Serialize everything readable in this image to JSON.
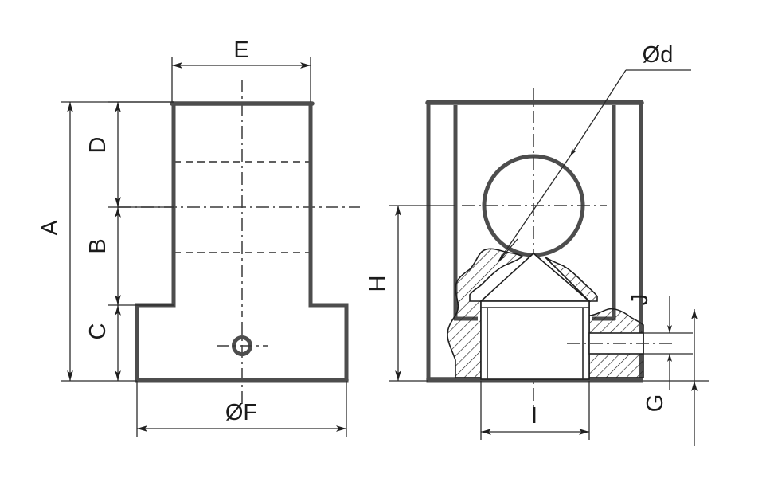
{
  "drawing": {
    "type": "engineering-dimension-drawing",
    "title": "",
    "background_color": "#ffffff",
    "outline_color": "#4d4d4d",
    "line_color": "#2b2b2b",
    "views": [
      {
        "name": "front-elevation-view",
        "description": "Outline elevation of bearing housing with stepped body and flange base",
        "position": "left"
      },
      {
        "name": "section-view",
        "description": "Sectional view showing bore circle, cross-hatched material and internal boss",
        "position": "right"
      }
    ],
    "dimension_labels": [
      {
        "id": "A",
        "text": "A",
        "view": "front-elevation-view",
        "orientation": "vertical",
        "note": "overall height"
      },
      {
        "id": "B",
        "text": "B",
        "view": "front-elevation-view",
        "orientation": "vertical",
        "note": "mid body height"
      },
      {
        "id": "C",
        "text": "C",
        "view": "front-elevation-view",
        "orientation": "vertical",
        "note": "flange height"
      },
      {
        "id": "D",
        "text": "D",
        "view": "front-elevation-view",
        "orientation": "vertical",
        "note": "upper body height"
      },
      {
        "id": "E",
        "text": "E",
        "view": "front-elevation-view",
        "orientation": "horizontal",
        "note": "body width"
      },
      {
        "id": "F",
        "text": "ØF",
        "view": "front-elevation-view",
        "orientation": "horizontal",
        "note": "flange diameter"
      },
      {
        "id": "G",
        "text": "G",
        "view": "section-view",
        "orientation": "vertical",
        "note": "lower offset"
      },
      {
        "id": "H",
        "text": "H",
        "view": "section-view",
        "orientation": "vertical",
        "note": "centre height"
      },
      {
        "id": "I",
        "text": "I",
        "view": "section-view",
        "orientation": "horizontal",
        "note": "boss width"
      },
      {
        "id": "J",
        "text": "J",
        "view": "section-view",
        "orientation": "vertical",
        "note": "slot height"
      },
      {
        "id": "d",
        "text": "Ød",
        "view": "section-view",
        "orientation": "leader",
        "note": "bore diameter"
      }
    ]
  },
  "chart_data": {
    "type": "table",
    "title": "",
    "note": "Technical drawing — dimension callouts only, no numeric values shown",
    "categories": [
      "A",
      "B",
      "C",
      "D",
      "E",
      "ØF",
      "G",
      "H",
      "I",
      "J",
      "Ød"
    ],
    "values": []
  }
}
